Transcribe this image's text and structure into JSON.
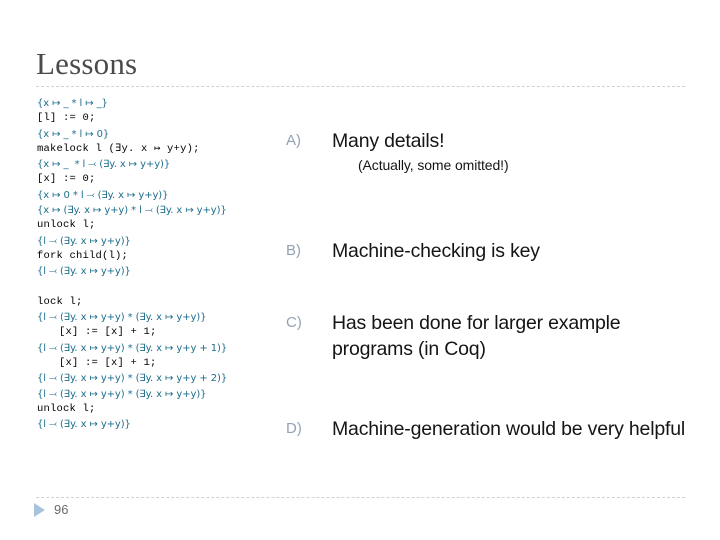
{
  "slide": {
    "title": "Lessons",
    "page_number": "96",
    "nav_icon": "play-triangle-icon",
    "accent_code_color": "#1f6e8c",
    "marker_color": "#93a2b3",
    "title_color": "#4a4a4a",
    "rule_color": "#cfd3d8",
    "background": "#ffffff"
  },
  "code": {
    "lines": [
      {
        "kind": "assert",
        "indent": false,
        "text": "{x ↦ _ * l ↦ _}"
      },
      {
        "kind": "cmd",
        "indent": false,
        "text": "[l] := 0;"
      },
      {
        "kind": "assert",
        "indent": false,
        "text": "{x ↦ _ * l ↦ 0}"
      },
      {
        "kind": "cmd",
        "indent": false,
        "text": "makelock l (∃y. x ↦ y+y);"
      },
      {
        "kind": "assert",
        "indent": false,
        "text": "{x ↦ _  * l ⤙ (∃y. x ↦ y+y)}"
      },
      {
        "kind": "cmd",
        "indent": false,
        "text": "[x] := 0;"
      },
      {
        "kind": "assert",
        "indent": false,
        "text": "{x ↦ 0 * l ⤙ (∃y. x ↦ y+y)}"
      },
      {
        "kind": "assert",
        "indent": false,
        "text": "{x ↦ (∃y. x ↦ y+y) * l ⤙ (∃y. x ↦ y+y)}"
      },
      {
        "kind": "cmd",
        "indent": false,
        "text": "unlock l;"
      },
      {
        "kind": "assert",
        "indent": false,
        "text": "{l ⤙ (∃y. x ↦ y+y)}"
      },
      {
        "kind": "cmd",
        "indent": false,
        "text": "fork child(l);"
      },
      {
        "kind": "assert",
        "indent": false,
        "text": "{l ⤙ (∃y. x ↦ y+y)}"
      },
      {
        "kind": "blank",
        "indent": false,
        "text": ""
      },
      {
        "kind": "cmd",
        "indent": false,
        "text": "lock l;"
      },
      {
        "kind": "assert",
        "indent": false,
        "text": "{l ⤙ (∃y. x ↦ y+y) * (∃y. x ↦ y+y)}"
      },
      {
        "kind": "cmd",
        "indent": true,
        "text": "[x] := [x] + 1;"
      },
      {
        "kind": "assert",
        "indent": false,
        "text": "{l ⤙ (∃y. x ↦ y+y) * (∃y. x ↦ y+y + 1)}"
      },
      {
        "kind": "cmd",
        "indent": true,
        "text": "[x] := [x] + 1;"
      },
      {
        "kind": "assert",
        "indent": false,
        "text": "{l ⤙ (∃y. x ↦ y+y) * (∃y. x ↦ y+y + 2)}"
      },
      {
        "kind": "assert",
        "indent": false,
        "text": "{l ⤙ (∃y. x ↦ y+y) * (∃y. x ↦ y+y)}"
      },
      {
        "kind": "cmd",
        "indent": false,
        "text": "unlock l;"
      },
      {
        "kind": "assert",
        "indent": false,
        "text": "{l ⤙ (∃y. x ↦ y+y)}"
      }
    ]
  },
  "points": [
    {
      "marker": "A)",
      "text": "Many details!",
      "sub": "(Actually, some omitted!)"
    },
    {
      "marker": "B)",
      "text": "Machine-checking is key",
      "sub": null
    },
    {
      "marker": "C)",
      "text": "Has been done for larger example programs (in Coq)",
      "sub": null
    },
    {
      "marker": "D)",
      "text": "Machine-generation would be very helpful",
      "sub": null
    }
  ]
}
